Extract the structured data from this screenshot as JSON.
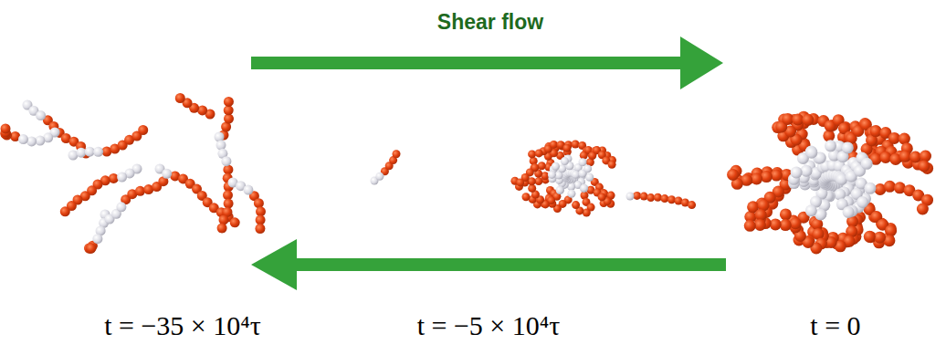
{
  "diagram": {
    "labels": [
      "Shear flow",
      "t = −35 × 10⁴τ",
      "t = −5 × 10⁴τ",
      "t = 0"
    ]
  }
}
